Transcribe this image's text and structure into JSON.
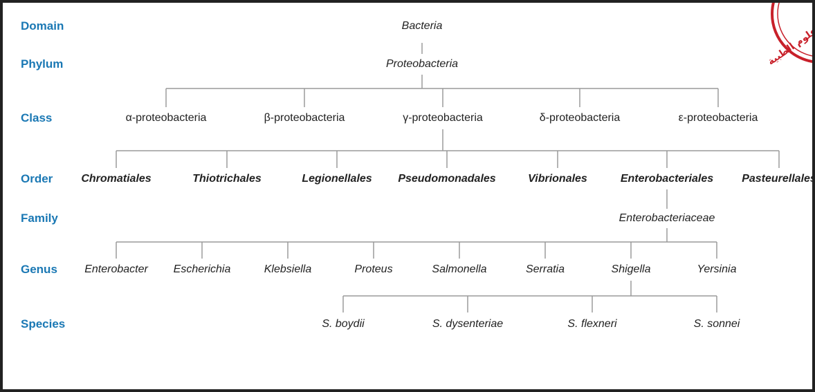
{
  "ranks": {
    "domain": "Domain",
    "phylum": "Phylum",
    "class": "Class",
    "order": "Order",
    "family": "Family",
    "genus": "Genus",
    "species": "Species"
  },
  "domain": "Bacteria",
  "phylum": "Proteobacteria",
  "classes": [
    "α-proteobacteria",
    "β-proteobacteria",
    "γ-proteobacteria",
    "δ-proteobacteria",
    "ε-proteobacteria"
  ],
  "orders": [
    "Chromatiales",
    "Thiotrichales",
    "Legionellales",
    "Pseudomonadales",
    "Vibrionales",
    "Enterobacteriales",
    "Pasteurellales"
  ],
  "family": "Enterobacteriaceae",
  "genera": [
    "Enterobacter",
    "Escherichia",
    "Klebsiella",
    "Proteus",
    "Salmonella",
    "Serratia",
    "Shigella",
    "Yersinia"
  ],
  "species": [
    "S. boydii",
    "S. dysenteriae",
    "S. flexneri",
    "S. sonnei"
  ],
  "seal": {
    "text": "تية و علوم الطبية",
    "color": "#c8202a"
  },
  "colors": {
    "rank_label": "#1a78b4",
    "line": "#9a9a9a",
    "text": "#222222",
    "frame": "#222222"
  }
}
